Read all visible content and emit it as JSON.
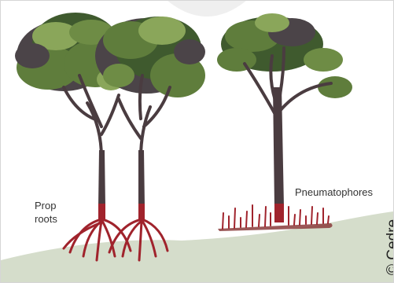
{
  "labels": {
    "prop_roots": "Prop roots",
    "pneumatophores": "Pneumatophores"
  },
  "credit": "© Cedre",
  "colors": {
    "ground": "#d5ddcb",
    "trunk": "#4a3c40",
    "root": "#a0232c",
    "leaf_dark": "#3f5a2e",
    "leaf_mid": "#5f7d3c",
    "leaf_light": "#8aa65a",
    "leaf_shadow": "#4b4448"
  }
}
